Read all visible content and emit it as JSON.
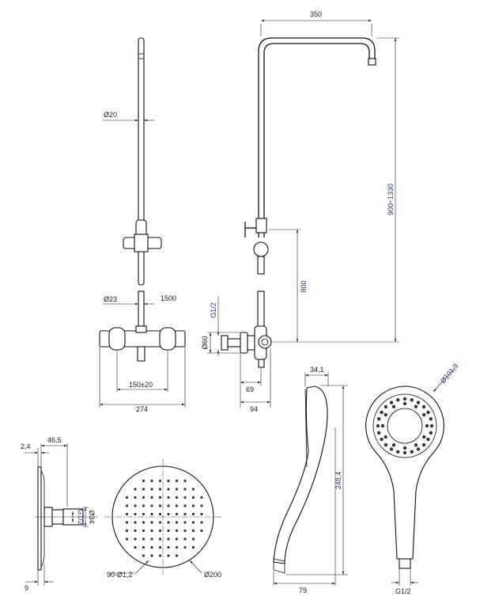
{
  "drawing": {
    "front_view": {
      "pipe_diameter": "Ø20",
      "lower_pipe_diameter": "Ø23",
      "length": "1500",
      "handle_spacing": "150±20",
      "mixer_width": "274"
    },
    "side_view": {
      "arm_reach": "350",
      "height_range": "900÷1330",
      "holder_height": "800",
      "connection": "G1/2",
      "rosette_diameter": "Ø60",
      "wall_distance_1": "69",
      "wall_distance_2": "94"
    },
    "hand_shower_side": {
      "head_depth": "34,1",
      "length": "248,4",
      "depth": "79"
    },
    "hand_shower_front": {
      "head_diameter": "Ø101,9",
      "connection": "G1/2"
    },
    "overhead_shower_side": {
      "plate_thickness": "2,4",
      "depth": "46,5",
      "connection": "G1/2",
      "connector_diameter": "Ø34",
      "edge_thickness": "9"
    },
    "overhead_shower_front": {
      "nozzles": "90-Ø1,2",
      "diameter": "Ø200"
    }
  }
}
